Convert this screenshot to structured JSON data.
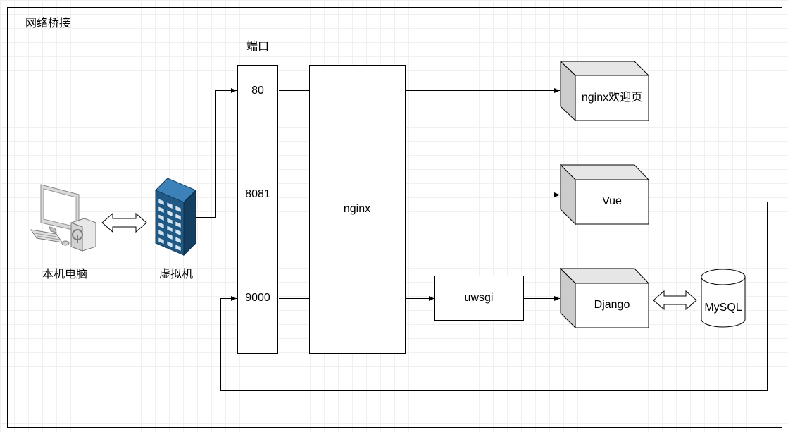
{
  "title": "网络桥接",
  "port_header": "端口",
  "ports": [
    "80",
    "8081",
    "9000"
  ],
  "pc_label": "本机电脑",
  "vm_label": "虚拟机",
  "nginx_label": "nginx",
  "uwsgi_label": "uwsgi",
  "targets": {
    "welcome": "nginx欢迎页",
    "vue": "Vue",
    "django": "Django"
  },
  "mysql_label": "MySQL",
  "colors": {
    "line": "#000000",
    "cube_top": "#e6e6e6",
    "cube_side": "#cccccc",
    "building": "#1f5a87",
    "building_dark": "#143f60",
    "window": "#cfe3f2",
    "monitor": "#d9d9d9"
  },
  "icons": [
    "desktop-computer-icon",
    "building-server-icon"
  ]
}
